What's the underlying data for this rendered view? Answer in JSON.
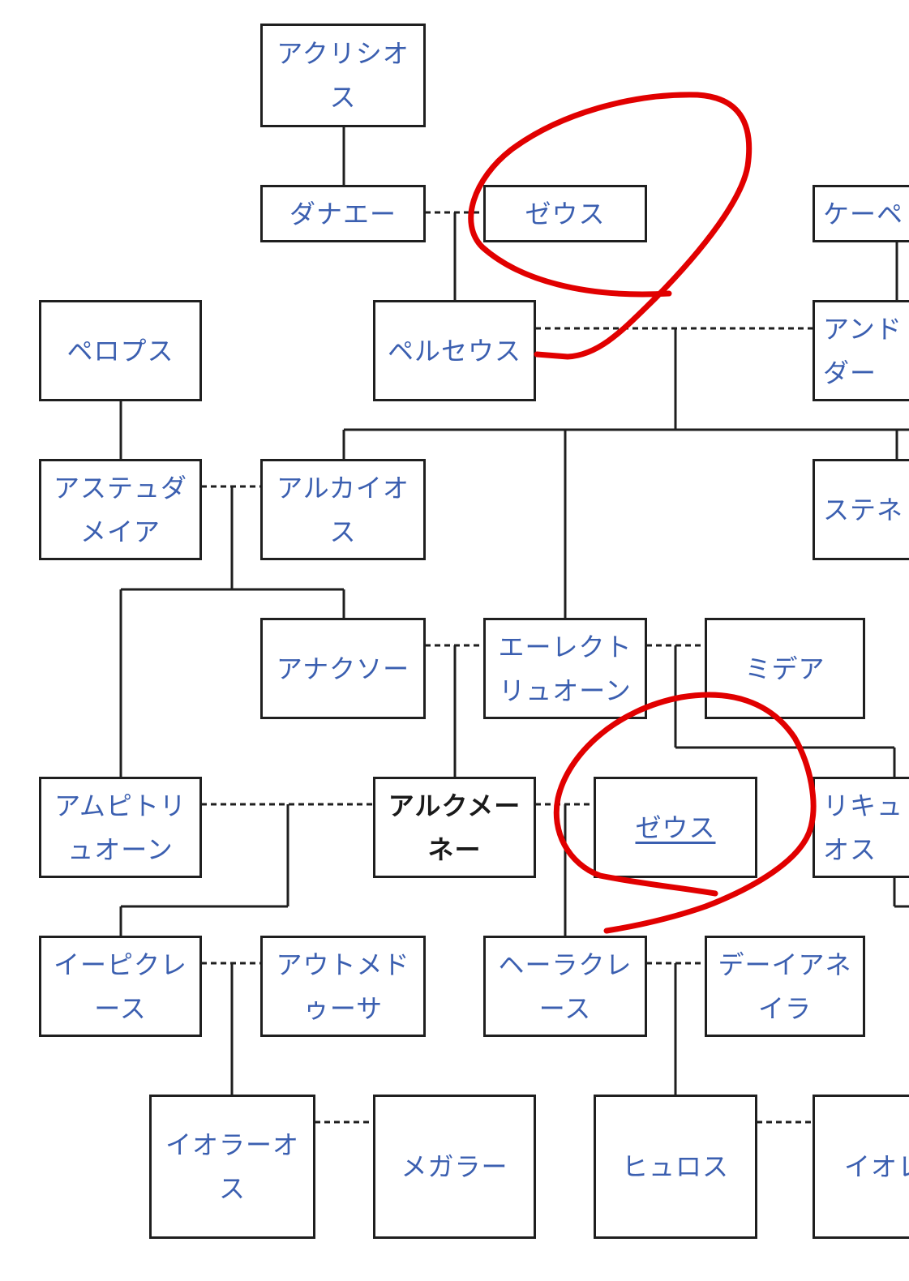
{
  "diagram": {
    "title": "",
    "annotation_color": "#e10000",
    "line_color": "#1f1f1f",
    "link_color": "#3b5fb0",
    "nodes": {
      "acrisius": "アクリシオス",
      "danae": "ダナエー",
      "zeus_top": "ゼウス",
      "cepheus": "ケーペ",
      "pelops": "ペロプス",
      "perseus": "ペルセウス",
      "andromeda": "アンド\nダー",
      "astydameia": "アステュダメイア",
      "alcaeus": "アルカイオス",
      "sthenelus": "ステネ",
      "anaxo": "アナクソー",
      "electryon": "エーレクトリュオーン",
      "midea": "ミデア",
      "amphitryon": "アムピトリュオーン",
      "alcmene": "アルクメーネー",
      "zeus_mid": "ゼウス",
      "licymnius": "リキュ\nオス",
      "iphicles": "イーピクレース",
      "automedusa": "アウトメドゥーサ",
      "heracles": "ヘーラクレース",
      "deianira": "デーイアネイラ",
      "iolaus": "イオラーオス",
      "megara": "メガラー",
      "hyllus": "ヒュロス",
      "iole": "イオレ"
    }
  }
}
